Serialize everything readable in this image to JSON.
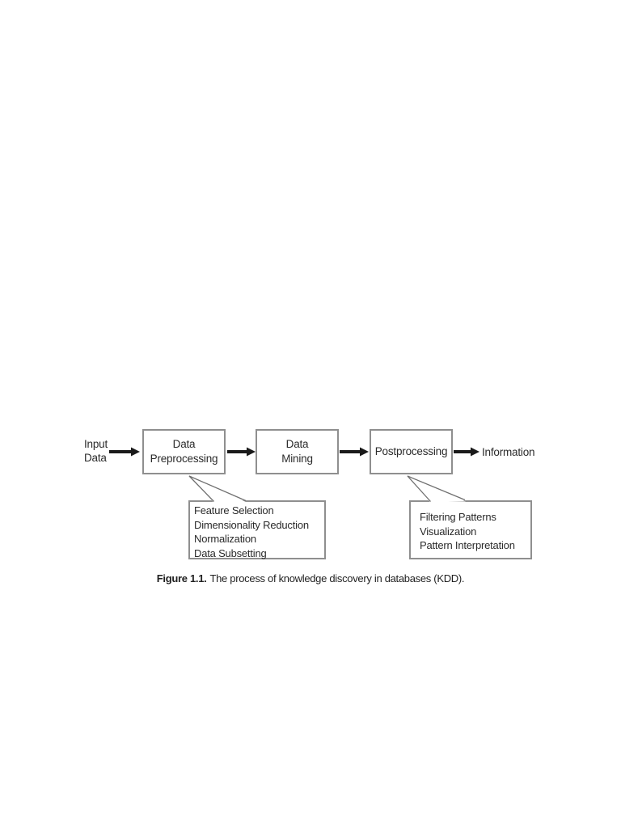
{
  "diagram": {
    "input_label": "Input\nData",
    "output_label": "Information",
    "nodes": [
      {
        "lines": [
          "Data",
          "Preprocessing"
        ]
      },
      {
        "lines": [
          "Data",
          "Mining"
        ]
      },
      {
        "lines": [
          "Postprocessing"
        ]
      }
    ],
    "callouts": [
      {
        "items": [
          "Feature Selection",
          "Dimensionality Reduction",
          "Normalization",
          "Data Subsetting"
        ]
      },
      {
        "items": [
          "Filtering Patterns",
          "Visualization",
          "Pattern Interpretation"
        ]
      }
    ],
    "caption_label": "Figure 1.1.",
    "caption_text": "The process of knowledge discovery in databases (KDD)."
  },
  "colors": {
    "text": "#2b2b2b",
    "box_border": "#8f8f8f",
    "arrow": "#1a1a1a",
    "tail_line": "#6f6f6f",
    "background": "#ffffff"
  }
}
